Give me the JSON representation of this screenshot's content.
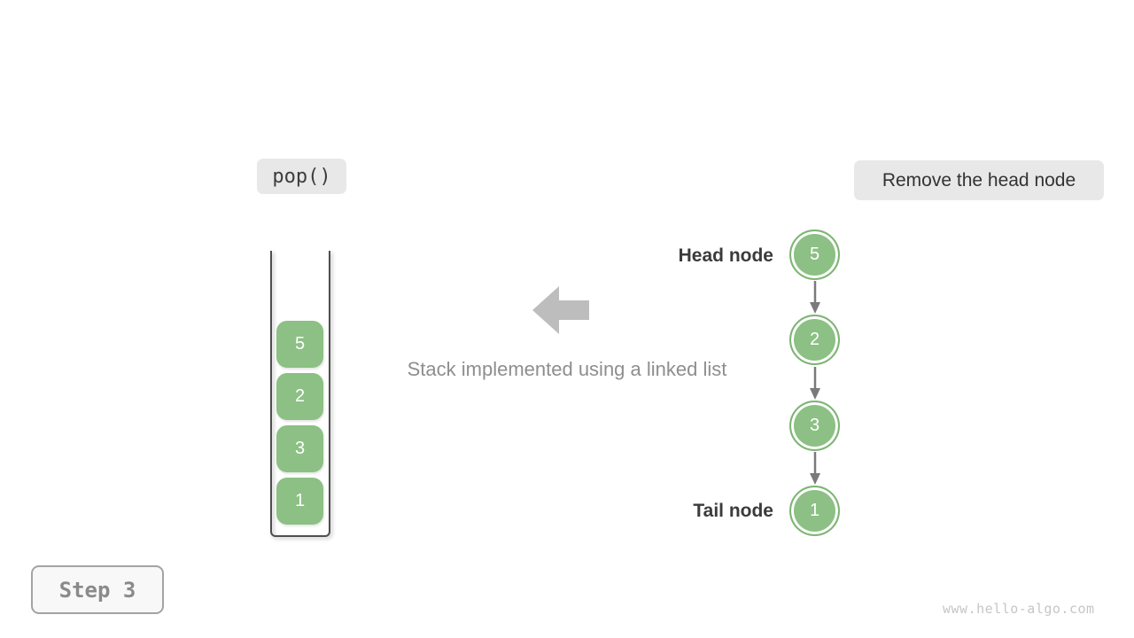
{
  "page": {
    "watermark": "www.hello-algo.com"
  },
  "operation": {
    "label": "pop()"
  },
  "annotation": {
    "label": "Remove the head node"
  },
  "caption": {
    "text": "Stack implemented using a linked list"
  },
  "stack": {
    "items": [
      "5",
      "2",
      "3",
      "1"
    ]
  },
  "linked_list": {
    "head_label": "Head node",
    "tail_label": "Tail node",
    "nodes": [
      "5",
      "2",
      "3",
      "1"
    ]
  },
  "step_badge": {
    "label": "Step 3"
  },
  "icons": {
    "block_arrow_left": "block-arrow-left-icon",
    "arrow_down": "arrow-down-icon"
  },
  "colors": {
    "node_green": "#8cc084",
    "node_border_green": "#7eb574",
    "container_border": "#4f4f4f",
    "connector_gray": "#7a7a7a",
    "block_arrow_gray": "#bdbdbd",
    "label_chip_bg": "#e8e8e8",
    "step_border_gray": "#a3a3a3",
    "text_dark": "#3b3b3b",
    "text_gray": "#8e8e8e",
    "watermark_gray": "#c6c6c6"
  }
}
